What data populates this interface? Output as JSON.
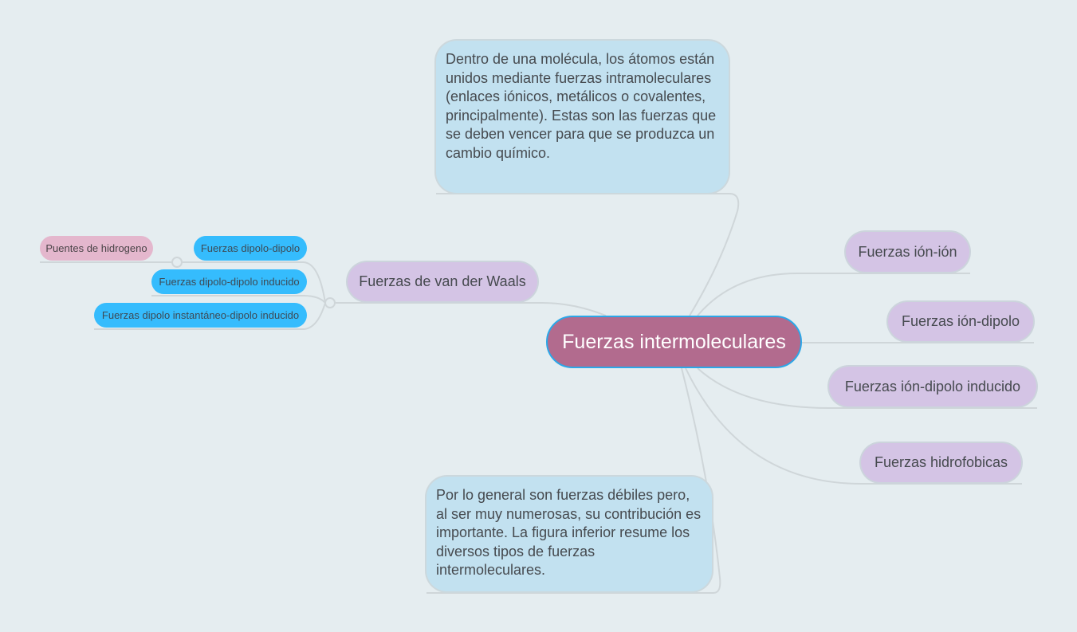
{
  "center": {
    "label": "Fuerzas intermoleculares"
  },
  "notes": [
    "Dentro de una molécula, los átomos están unidos mediante fuerzas intramoleculares (enlaces iónicos, metálicos o covalentes, principalmente). Estas son las fuerzas que se deben vencer para que se produzca un cambio químico.",
    "Por lo general son fuerzas débiles pero, al ser muy numerosas, su contribución es importante. La figura inferior resume los diversos tipos de fuerzas intermoleculares."
  ],
  "branches": {
    "van_der_waals": "Fuerzas de van der Waals",
    "ion_ion": "Fuerzas ión-ión",
    "ion_dipolo": "Fuerzas ión-dipolo",
    "ion_dipolo_inducido": "Fuerzas ión-dipolo inducido",
    "hidrofobicas": "Fuerzas hidrofobicas"
  },
  "vdw_children": {
    "dipolo_dipolo": "Fuerzas dipolo-dipolo",
    "dipolo_dipolo_inducido": "Fuerzas dipolo-dipolo inducido",
    "instantaneo": "Fuerzas dipolo instantáneo-dipolo inducido",
    "puentes": "Puentes de hidrogeno"
  },
  "colors": {
    "background": "#e5edf0",
    "center": "#b26b8e",
    "note": "#c2e1f0",
    "branch": "#d4c4e5",
    "sub": "#35bcfd",
    "subsub": "#e4b7cd"
  }
}
